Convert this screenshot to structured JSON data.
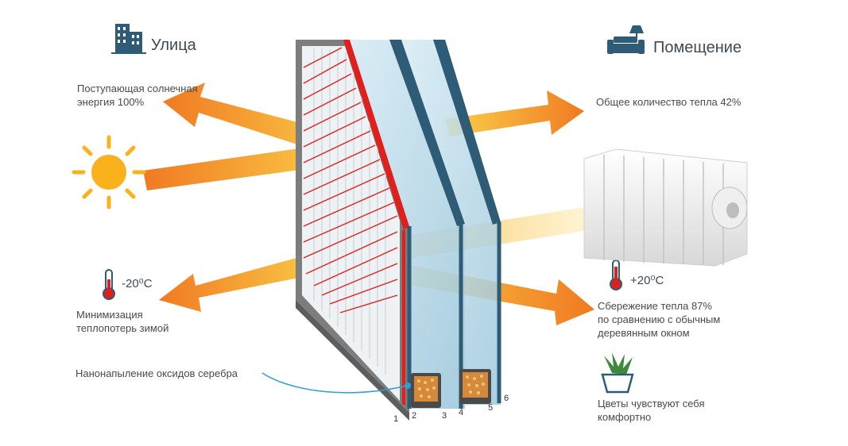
{
  "street": {
    "title": "Улица",
    "icon": "building-icon"
  },
  "room": {
    "title": "Помещение",
    "icon": "sofa-lamp-icon"
  },
  "incoming_solar": {
    "text": "Поступающая солнечная\nэнергия 100%"
  },
  "total_heat": {
    "text": "Общее количество тепла 42%"
  },
  "outside_temp": {
    "value": "-20⁰С",
    "icon": "thermometer-icon"
  },
  "inside_temp": {
    "value": "+20⁰С",
    "icon": "thermometer-icon"
  },
  "winter_loss": {
    "text": "Минимизация\nтеплопотерь зимой"
  },
  "heat_saving": {
    "text": "Сбережение тепла 87%\nпо сравнению с обычным\nдеревянным окном"
  },
  "coating": {
    "text": "Нанонапыление оксидов серебра"
  },
  "flowers": {
    "text": "Цветы чувствуют себя\nкомфортно",
    "icon": "potted-plant-icon"
  },
  "surfaces": [
    "1",
    "2",
    "3",
    "4",
    "5",
    "6"
  ],
  "colors": {
    "arrow_orange": "#f07a22",
    "arrow_yellow": "#fbd24a",
    "glass_blue": "#bcd9e8",
    "frame_dark": "#2e5b75",
    "coating_red": "#e0201c",
    "sun": "#f9b21c"
  }
}
